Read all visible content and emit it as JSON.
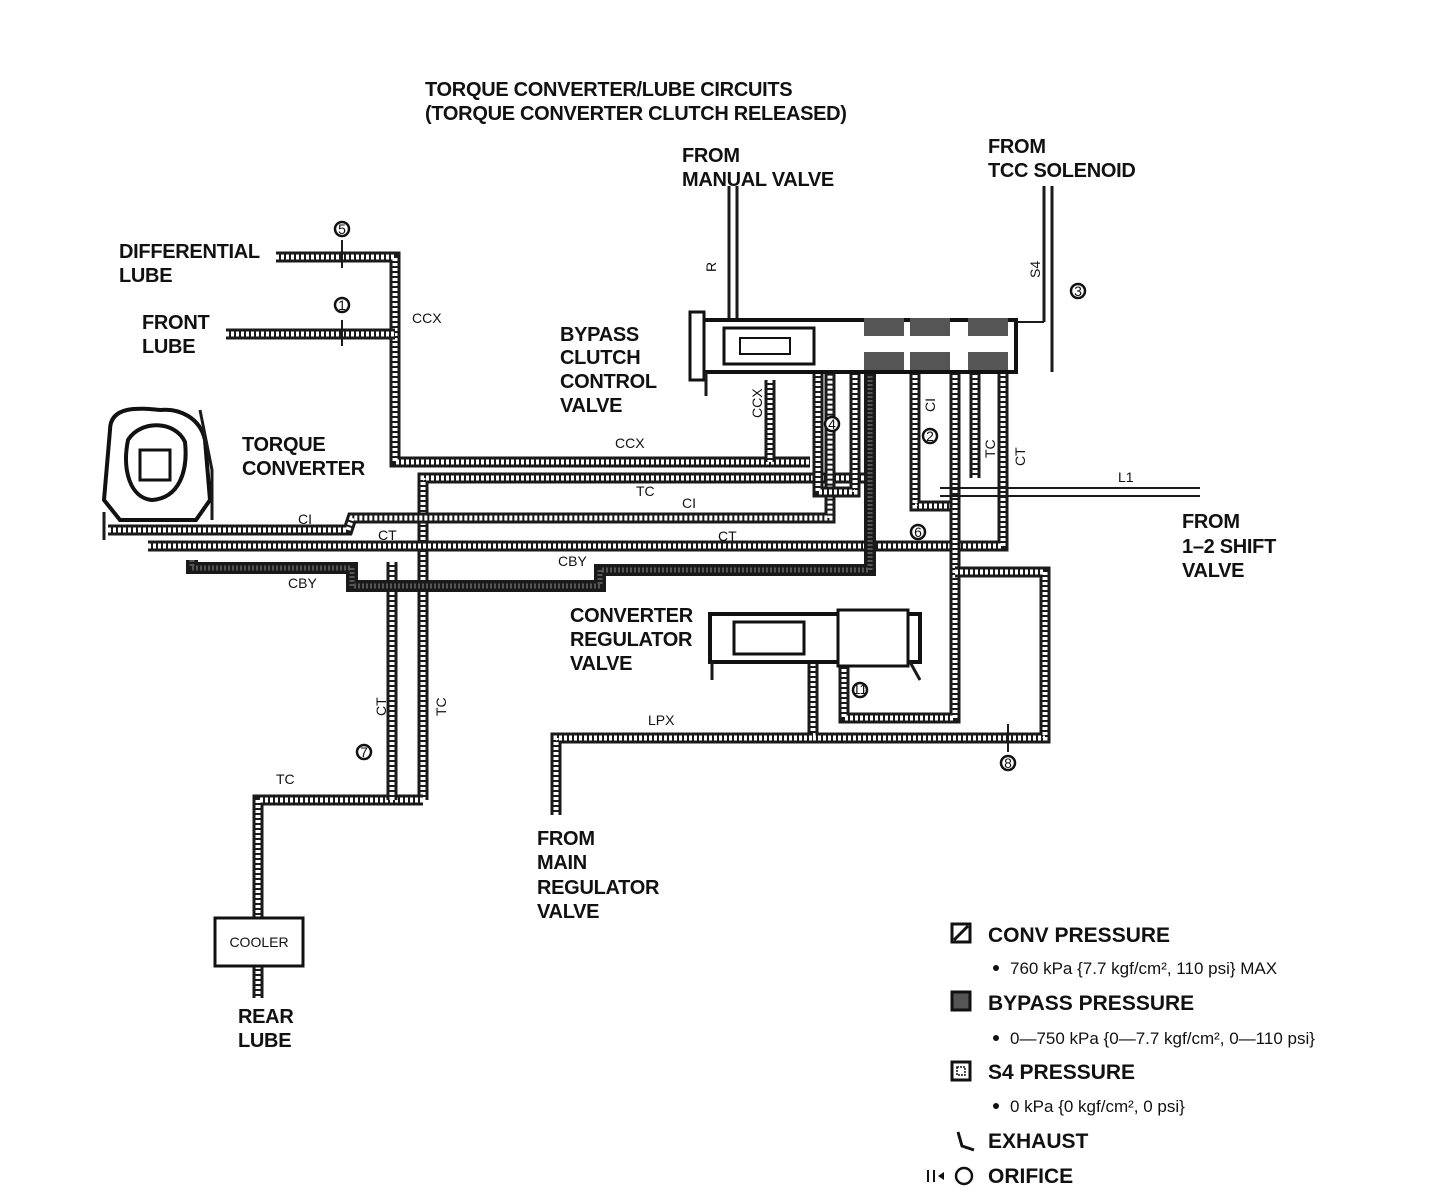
{
  "title": {
    "line1": "TORQUE CONVERTER/LUBE CIRCUITS",
    "line2": "(TORQUE CONVERTER CLUTCH RELEASED)"
  },
  "labels": {
    "from_manual_1": "FROM",
    "from_manual_2": "MANUAL VALVE",
    "from_tcc_1": "FROM",
    "from_tcc_2": "TCC SOLENOID",
    "diff_lube_1": "DIFFERENTIAL",
    "diff_lube_2": "LUBE",
    "front_lube_1": "FRONT",
    "front_lube_2": "LUBE",
    "bypass_1": "BYPASS",
    "bypass_2": "CLUTCH",
    "bypass_3": "CONTROL",
    "bypass_4": "VALVE",
    "torque_1": "TORQUE",
    "torque_2": "CONVERTER",
    "from12_1": "FROM",
    "from12_2": "1–2 SHIFT",
    "from12_3": "VALVE",
    "convreg_1": "CONVERTER",
    "convreg_2": "REGULATOR",
    "convreg_3": "VALVE",
    "frommain_1": "FROM",
    "frommain_2": "MAIN",
    "frommain_3": "REGULATOR",
    "frommain_4": "VALVE",
    "cooler": "COOLER",
    "rearlube_1": "REAR",
    "rearlube_2": "LUBE"
  },
  "line_codes": {
    "ccx": "CCX",
    "r": "R",
    "s4": "S4",
    "ci": "CI",
    "tc": "TC",
    "ct": "CT",
    "cby": "CBY",
    "l1": "L1",
    "lpx": "LPX"
  },
  "orifices": [
    "5",
    "1",
    "3",
    "4",
    "2",
    "6",
    "11",
    "7",
    "8"
  ],
  "legend": {
    "conv_label": "CONV PRESSURE",
    "conv_value": "760 kPa {7.7 kgf/cm², 110 psi} MAX",
    "bypass_label": "BYPASS PRESSURE",
    "bypass_value": "0—750 kPa {0—7.7 kgf/cm², 0—110 psi}",
    "s4_label": "S4 PRESSURE",
    "s4_value": "0 kPa {0 kgf/cm², 0 psi}",
    "exhaust_label": "EXHAUST",
    "orifice_label": "ORIFICE"
  }
}
